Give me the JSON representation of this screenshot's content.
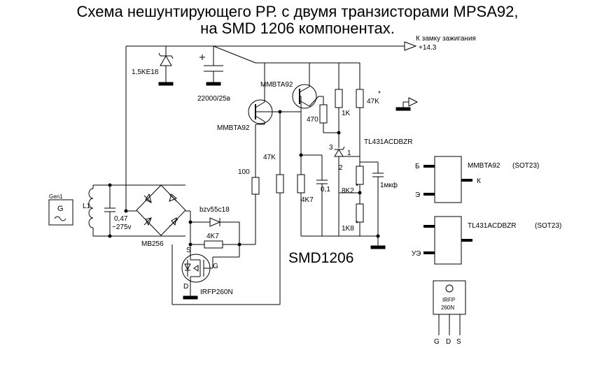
{
  "title": {
    "line1": "Схема нешунтирующего РР.  с двумя транзисторами MPSA92,",
    "line2": "на SMD 1206 компонентах."
  },
  "labels": {
    "ignition": "К замку зажигания",
    "voltage": "+14.3",
    "zener": "1,5KE18",
    "cap_main": "22000/25в",
    "q1": "MMBTA92",
    "q2": "MMBTA92",
    "r_470": "470",
    "r_1k": "1K",
    "r_47k_top": "47K",
    "star": "*",
    "tl431": "TL431ACDBZR",
    "pin3": "3",
    "pin2": "2",
    "pin1": "1",
    "r_100": "100",
    "r_47k": "47K",
    "r_4k7_mid": "4K7",
    "cap_01": "0,1",
    "r_8k2": "8K2",
    "cap_1mkf": "1мкф",
    "r_1k8": "1K8",
    "gen": "Gen1",
    "gen_g": "G",
    "l1": "L1",
    "cap_047": "0,47",
    "cap_275": "~275v",
    "bridge": "MB256",
    "bzv": "bzv55c18",
    "r_4k7": "4K7",
    "s": "S",
    "g": "G",
    "d": "D",
    "irfp": "IRFP260N",
    "smd": "SMD1206",
    "pkg_q_name": "MMBTA92",
    "pkg_q_type": "(SOT23)",
    "pkg_b": "Б",
    "pkg_k": "К",
    "pkg_e": "Э",
    "pkg_tl_name": "TL431ACDBZR",
    "pkg_tl_type": "(SOT23)",
    "pkg_ue": "УЭ",
    "to_irfp": "IRFP",
    "to_260n": "260N",
    "to_g": "G",
    "to_d": "D",
    "to_s": "S"
  }
}
